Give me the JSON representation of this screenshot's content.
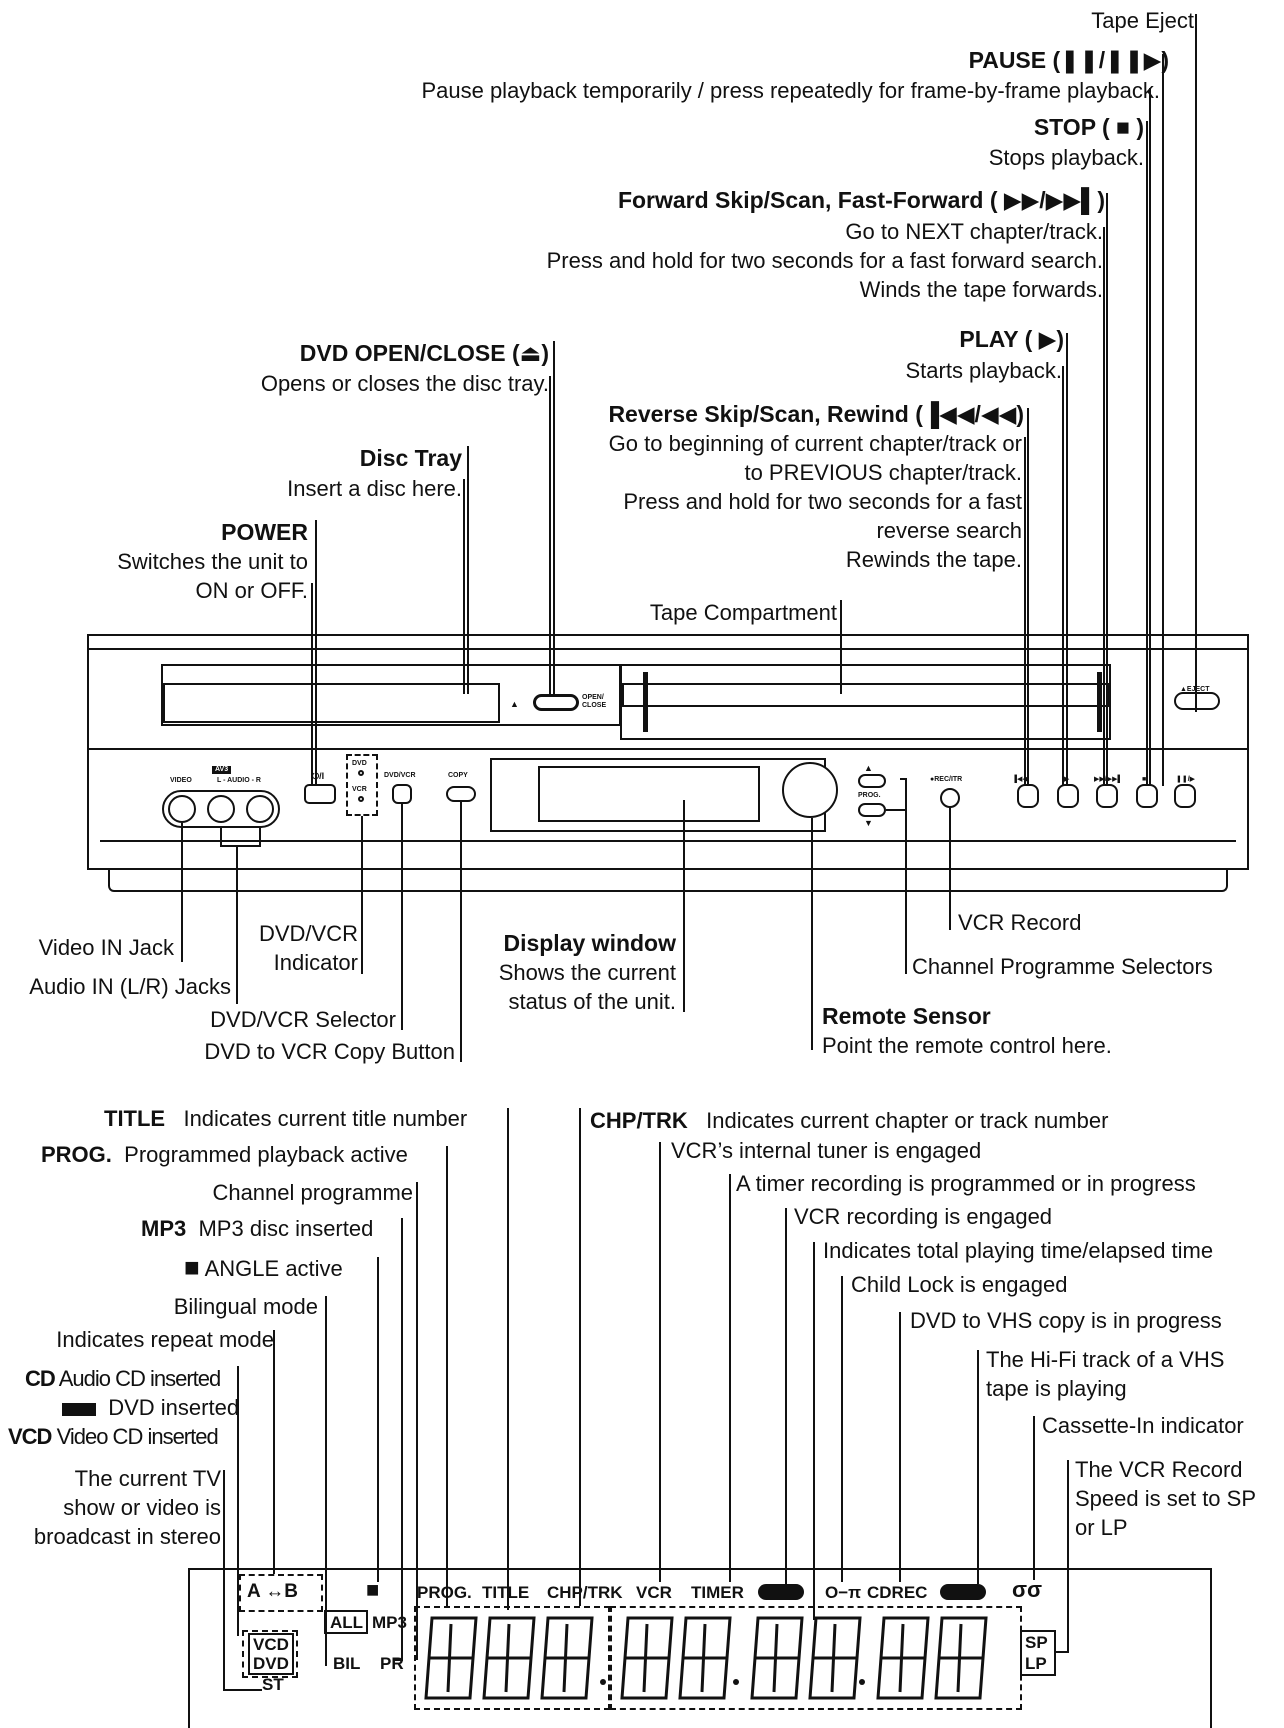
{
  "callouts": {
    "tape_eject": "Tape Eject",
    "pause_title": "PAUSE (❚❚/❚❚▶)",
    "pause_desc": "Pause playback temporarily / press  repeatedly for frame-by-frame playback.",
    "stop_title": "STOP ( ■ )",
    "stop_desc": "Stops playback.",
    "fwd_title": "Forward Skip/Scan, Fast-Forward ( ▶▶/▶▶▌)",
    "fwd_desc1": "Go to NEXT chapter/track.",
    "fwd_desc2": "Press and hold for two seconds for a fast forward search.",
    "fwd_desc3": "Winds the tape forwards.",
    "play_title": "PLAY ( ▶)",
    "play_desc": "Starts playback.",
    "rev_title": "Reverse Skip/Scan, Rewind (▐◀◀/◀◀)",
    "rev_desc1": "Go to beginning of current chapter/track or",
    "rev_desc2": "to PREVIOUS chapter/track.",
    "rev_desc3": "Press and hold for two seconds for a fast",
    "rev_desc4": "reverse search",
    "rev_desc5": "Rewinds the tape.",
    "dvd_open_title": "DVD OPEN/CLOSE (⏏)",
    "dvd_open_desc": "Opens or closes the disc tray.",
    "disc_tray_title": "Disc Tray",
    "disc_tray_desc": "Insert a disc here.",
    "power_title": "POWER",
    "power_desc1": "Switches the unit to",
    "power_desc2": "ON or OFF.",
    "tape_compartment": "Tape Compartment",
    "video_in": "Video IN Jack",
    "audio_in": "Audio IN (L/R) Jacks",
    "dvdvcr_ind1": "DVD/VCR",
    "dvdvcr_ind2": "Indicator",
    "dvdvcr_sel": "DVD/VCR Selector",
    "copy_btn": "DVD to VCR Copy Button",
    "display_title": "Display window",
    "display_desc1": "Shows the current",
    "display_desc2": "status of the unit.",
    "vcr_record": "VCR Record",
    "channel_sel": "Channel Programme Selectors",
    "remote_title": "Remote Sensor",
    "remote_desc": "Point the remote control here."
  },
  "panel": {
    "open_close": "OPEN/ CLOSE",
    "eject": "▲EJECT",
    "av3": "AV3",
    "video": "VIDEO",
    "audio": "L - AUDIO - R",
    "power_sym": "⏻/I",
    "dvd": "DVD",
    "vcr": "VCR",
    "dvdvcr": "DVD/VCR",
    "copy": "COPY",
    "prog": "PROG.",
    "rec": "●REC/ITR",
    "btn_rev": "▐◀◀",
    "btn_play": "▶",
    "btn_fwd": "▶▶/▶▶▌",
    "btn_stop": "■",
    "btn_pause": "❚❚/▶"
  },
  "legend": {
    "title_k": "TITLE",
    "title_v": "Indicates current title number",
    "prog_k": "PROG.",
    "prog_v": "Programmed playback active",
    "channel": "Channel programme",
    "mp3_k": "MP3",
    "mp3_v": "MP3 disc inserted",
    "angle": "ANGLE active",
    "bilingual": "Bilingual mode",
    "repeat": "Indicates repeat mode",
    "cd_k": "CD",
    "cd_v": "Audio CD inserted",
    "dvd_v": "DVD inserted",
    "vcd_k": "VCD",
    "vcd_v": "Video CD inserted",
    "stereo1": "The current TV",
    "stereo2": "show or video is",
    "stereo3": "broadcast in stereo",
    "chp_k": "CHP/TRK",
    "chp_v": "Indicates current chapter or track number",
    "tuner": "VCR’s internal tuner is engaged",
    "timer": "A timer recording is programmed or in progress",
    "recording": "VCR recording is engaged",
    "elapsed": "Indicates total playing time/elapsed time",
    "childlock": "Child Lock is engaged",
    "copy": "DVD to VHS copy is in progress",
    "hifi1": "The Hi-Fi track of a VHS",
    "hifi2": "tape is playing",
    "cassette": "Cassette-In indicator",
    "speed1": "The VCR Record",
    "speed2": "Speed is set to SP",
    "speed3": "or LP"
  },
  "lcd": {
    "ab": "A ↔B",
    "all": "ALL",
    "mp3": "MP3",
    "prog": "PROG.",
    "title": "TITLE",
    "chptrk": "CHP/TRK",
    "vcr": "VCR",
    "timer": "TIMER",
    "key": "O−π",
    "cdrec": "CDREC",
    "oo": "σσ",
    "vcd": "VCD",
    "dvd": "DVD",
    "st": "ST",
    "bil": "BIL",
    "pr": "PR",
    "sp": "SP",
    "lp": "LP"
  }
}
